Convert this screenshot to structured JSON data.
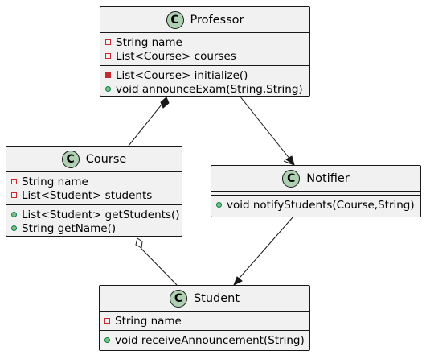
{
  "classes": {
    "professor": {
      "badge": "C",
      "name": "Professor",
      "fields": [
        "String name",
        "List<Course> courses"
      ],
      "methods": [
        "List<Course> initialize()",
        "void announceExam(String,String)"
      ]
    },
    "course": {
      "badge": "C",
      "name": "Course",
      "fields": [
        "String name",
        "List<Student> students"
      ],
      "methods": [
        "List<Student> getStudents()",
        "String getName()"
      ]
    },
    "notifier": {
      "badge": "C",
      "name": "Notifier",
      "fields": [],
      "methods": [
        "void notifyStudents(Course,String)"
      ]
    },
    "student": {
      "badge": "C",
      "name": "Student",
      "fields": [
        "String name"
      ],
      "methods": [
        "void receiveAnnouncement(String)"
      ]
    }
  },
  "relations": [
    {
      "from": "professor",
      "to": "course",
      "kind": "composition"
    },
    {
      "from": "professor",
      "to": "notifier",
      "kind": "association-arrow"
    },
    {
      "from": "notifier",
      "to": "student",
      "kind": "association-arrow"
    },
    {
      "from": "course",
      "to": "student",
      "kind": "aggregation"
    }
  ],
  "colors": {
    "class_fill": "#f1f1f1",
    "border": "#181818",
    "badge_fill": "#add1b2",
    "private_marker": "#c82930",
    "public_marker": "#84be84"
  }
}
